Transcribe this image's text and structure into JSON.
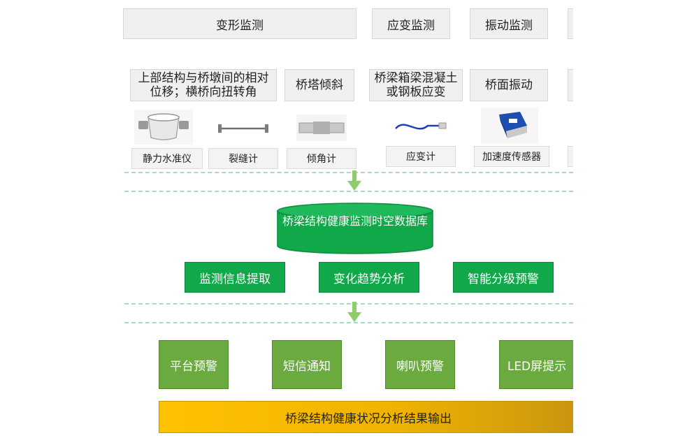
{
  "categories": [
    "变形监测",
    "应变监测",
    "振动监测"
  ],
  "items": [
    "上部结构与桥墩间的相对位移；横桥向扭转角",
    "桥塔倾斜",
    "桥梁箱梁混凝土或钢板应变",
    "桥面振动"
  ],
  "instruments": [
    "静力水准仪",
    "裂缝计",
    "倾角计",
    "应变计",
    "加速度传感器"
  ],
  "instrument_icons": [
    "level-gauge-icon",
    "crack-meter-icon",
    "inclinometer-icon",
    "strain-gauge-icon",
    "accelerometer-icon"
  ],
  "database": "桥梁结构健康监测时空数据库",
  "functions": [
    "监测信息提取",
    "变化趋势分析",
    "智能分级预警"
  ],
  "outputs": [
    "平台预警",
    "短信通知",
    "喇叭预警",
    "LED屏提示"
  ],
  "result": "桥梁结构健康状况分析结果输出",
  "colors": {
    "green": "#11a84a",
    "olive": "#6aaa3f",
    "gold": "#ffc200",
    "arrow": "#8fcd6a",
    "dash": "#a9d7cf"
  }
}
